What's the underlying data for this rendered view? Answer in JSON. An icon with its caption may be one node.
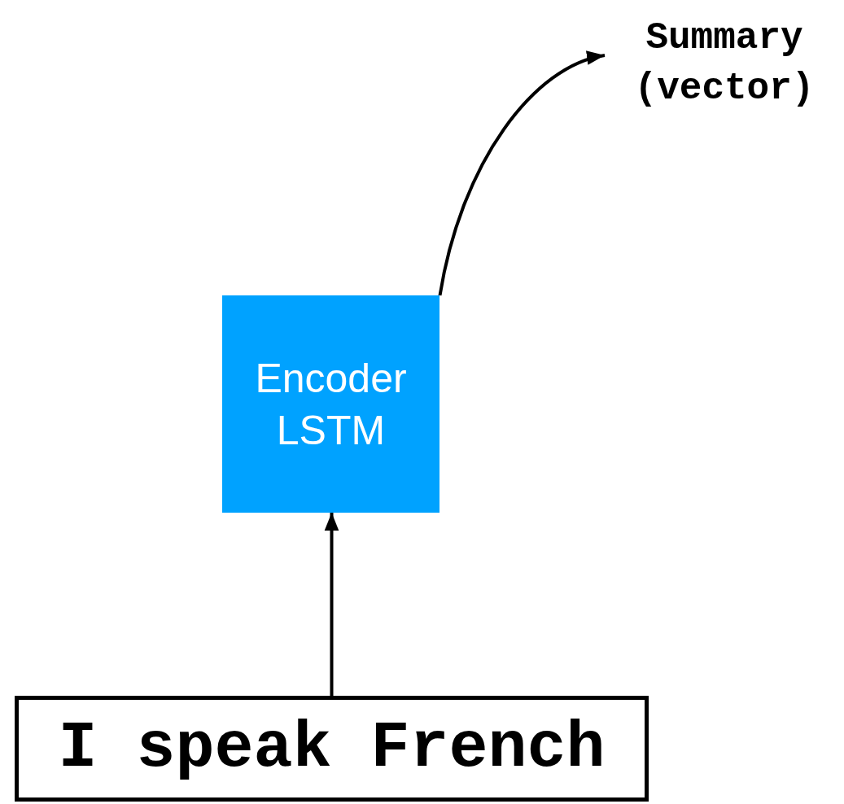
{
  "diagram": {
    "nodes": [
      {
        "text": [
          "Summary (vector)"
        ]
      },
      {
        "text": [
          "Encoder LSTM"
        ]
      },
      {
        "text": [
          "I speak French"
        ]
      }
    ],
    "edges": [
      {
        "from": 1,
        "to": 0,
        "arrow": "to"
      },
      {
        "from": 2,
        "to": 1,
        "arrow": "to"
      }
    ]
  }
}
